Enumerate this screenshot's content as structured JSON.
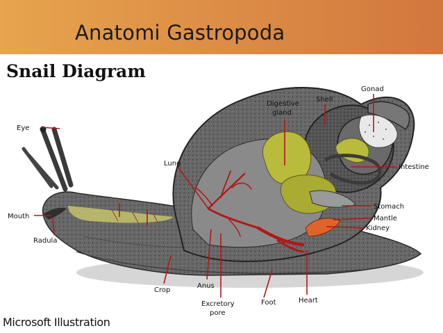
{
  "slide": {
    "title": "Anatomi Gastropoda",
    "diagram_title": "Snail Diagram",
    "credit": "Microsoft Illustration"
  },
  "labels": {
    "eye": "Eye",
    "mouth": "Mouth",
    "radula": "Radula",
    "lung": "Lung",
    "digestive_gland_1": "Digestive",
    "digestive_gland_2": "gland",
    "shell": "Shell",
    "gonad": "Gonad",
    "intestine": "Intestine",
    "stomach": "Stomach",
    "mantle": "Mantle",
    "kidney": "Kidney",
    "crop": "Crop",
    "anus": "Anus",
    "excretory_pore_1": "Excretory",
    "excretory_pore_2": "pore",
    "foot": "Foot",
    "heart": "Heart"
  },
  "colors": {
    "banner": "#de8f46",
    "leader": "#b01818",
    "shell": "#5e5e5e",
    "body": "#6f6f6f",
    "digestive_gland": "#b9bb3c",
    "blood_vessels": "#b0181a",
    "kidney": "#e0632a"
  }
}
